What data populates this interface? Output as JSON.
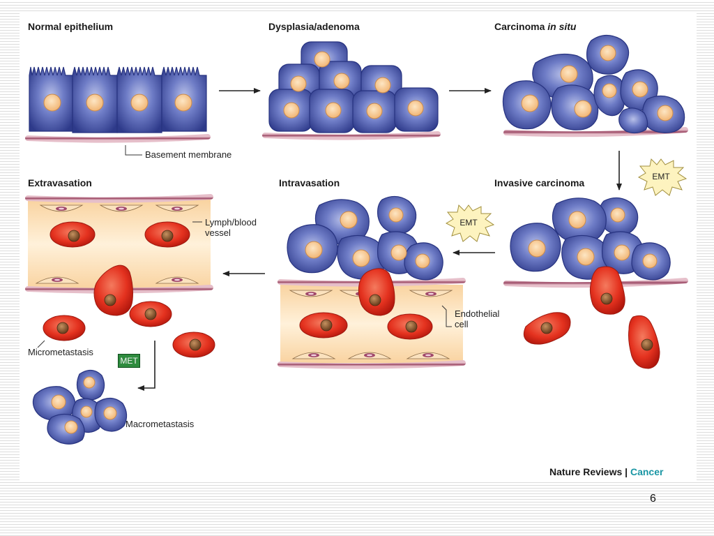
{
  "stages": {
    "normal": "Normal epithelium",
    "dysplasia": "Dysplasia/adenoma",
    "cis_main": "Carcinoma ",
    "cis_italic": "in situ",
    "invasive": "Invasive carcinoma",
    "intravasation": "Intravasation",
    "extravasation": "Extravasation"
  },
  "labels": {
    "basement_membrane": "Basement membrane",
    "vessel_line1": "Lymph/blood",
    "vessel_line2": "vessel",
    "endothelial_line1": "Endothelial",
    "endothelial_line2": "cell",
    "micrometastasis": "Micrometastasis",
    "macrometastasis": "Macrometastasis"
  },
  "badges": {
    "emt_1": "EMT",
    "emt_2": "EMT",
    "met": "MET"
  },
  "credit": {
    "journal": "Nature Reviews",
    "separator": "|",
    "section": "Cancer"
  },
  "page_number": "6",
  "colors": {
    "epithelial_cell": "#4b58a8",
    "nucleus": "#f7c690",
    "tumor_cell": "#e4321f",
    "tumor_nucleus": "#8a5a2e",
    "membrane": "#b06078",
    "vessel_interior": "#fde7c6",
    "accent_cancer": "#1a96a4",
    "met_badge": "#2e8b3e"
  }
}
